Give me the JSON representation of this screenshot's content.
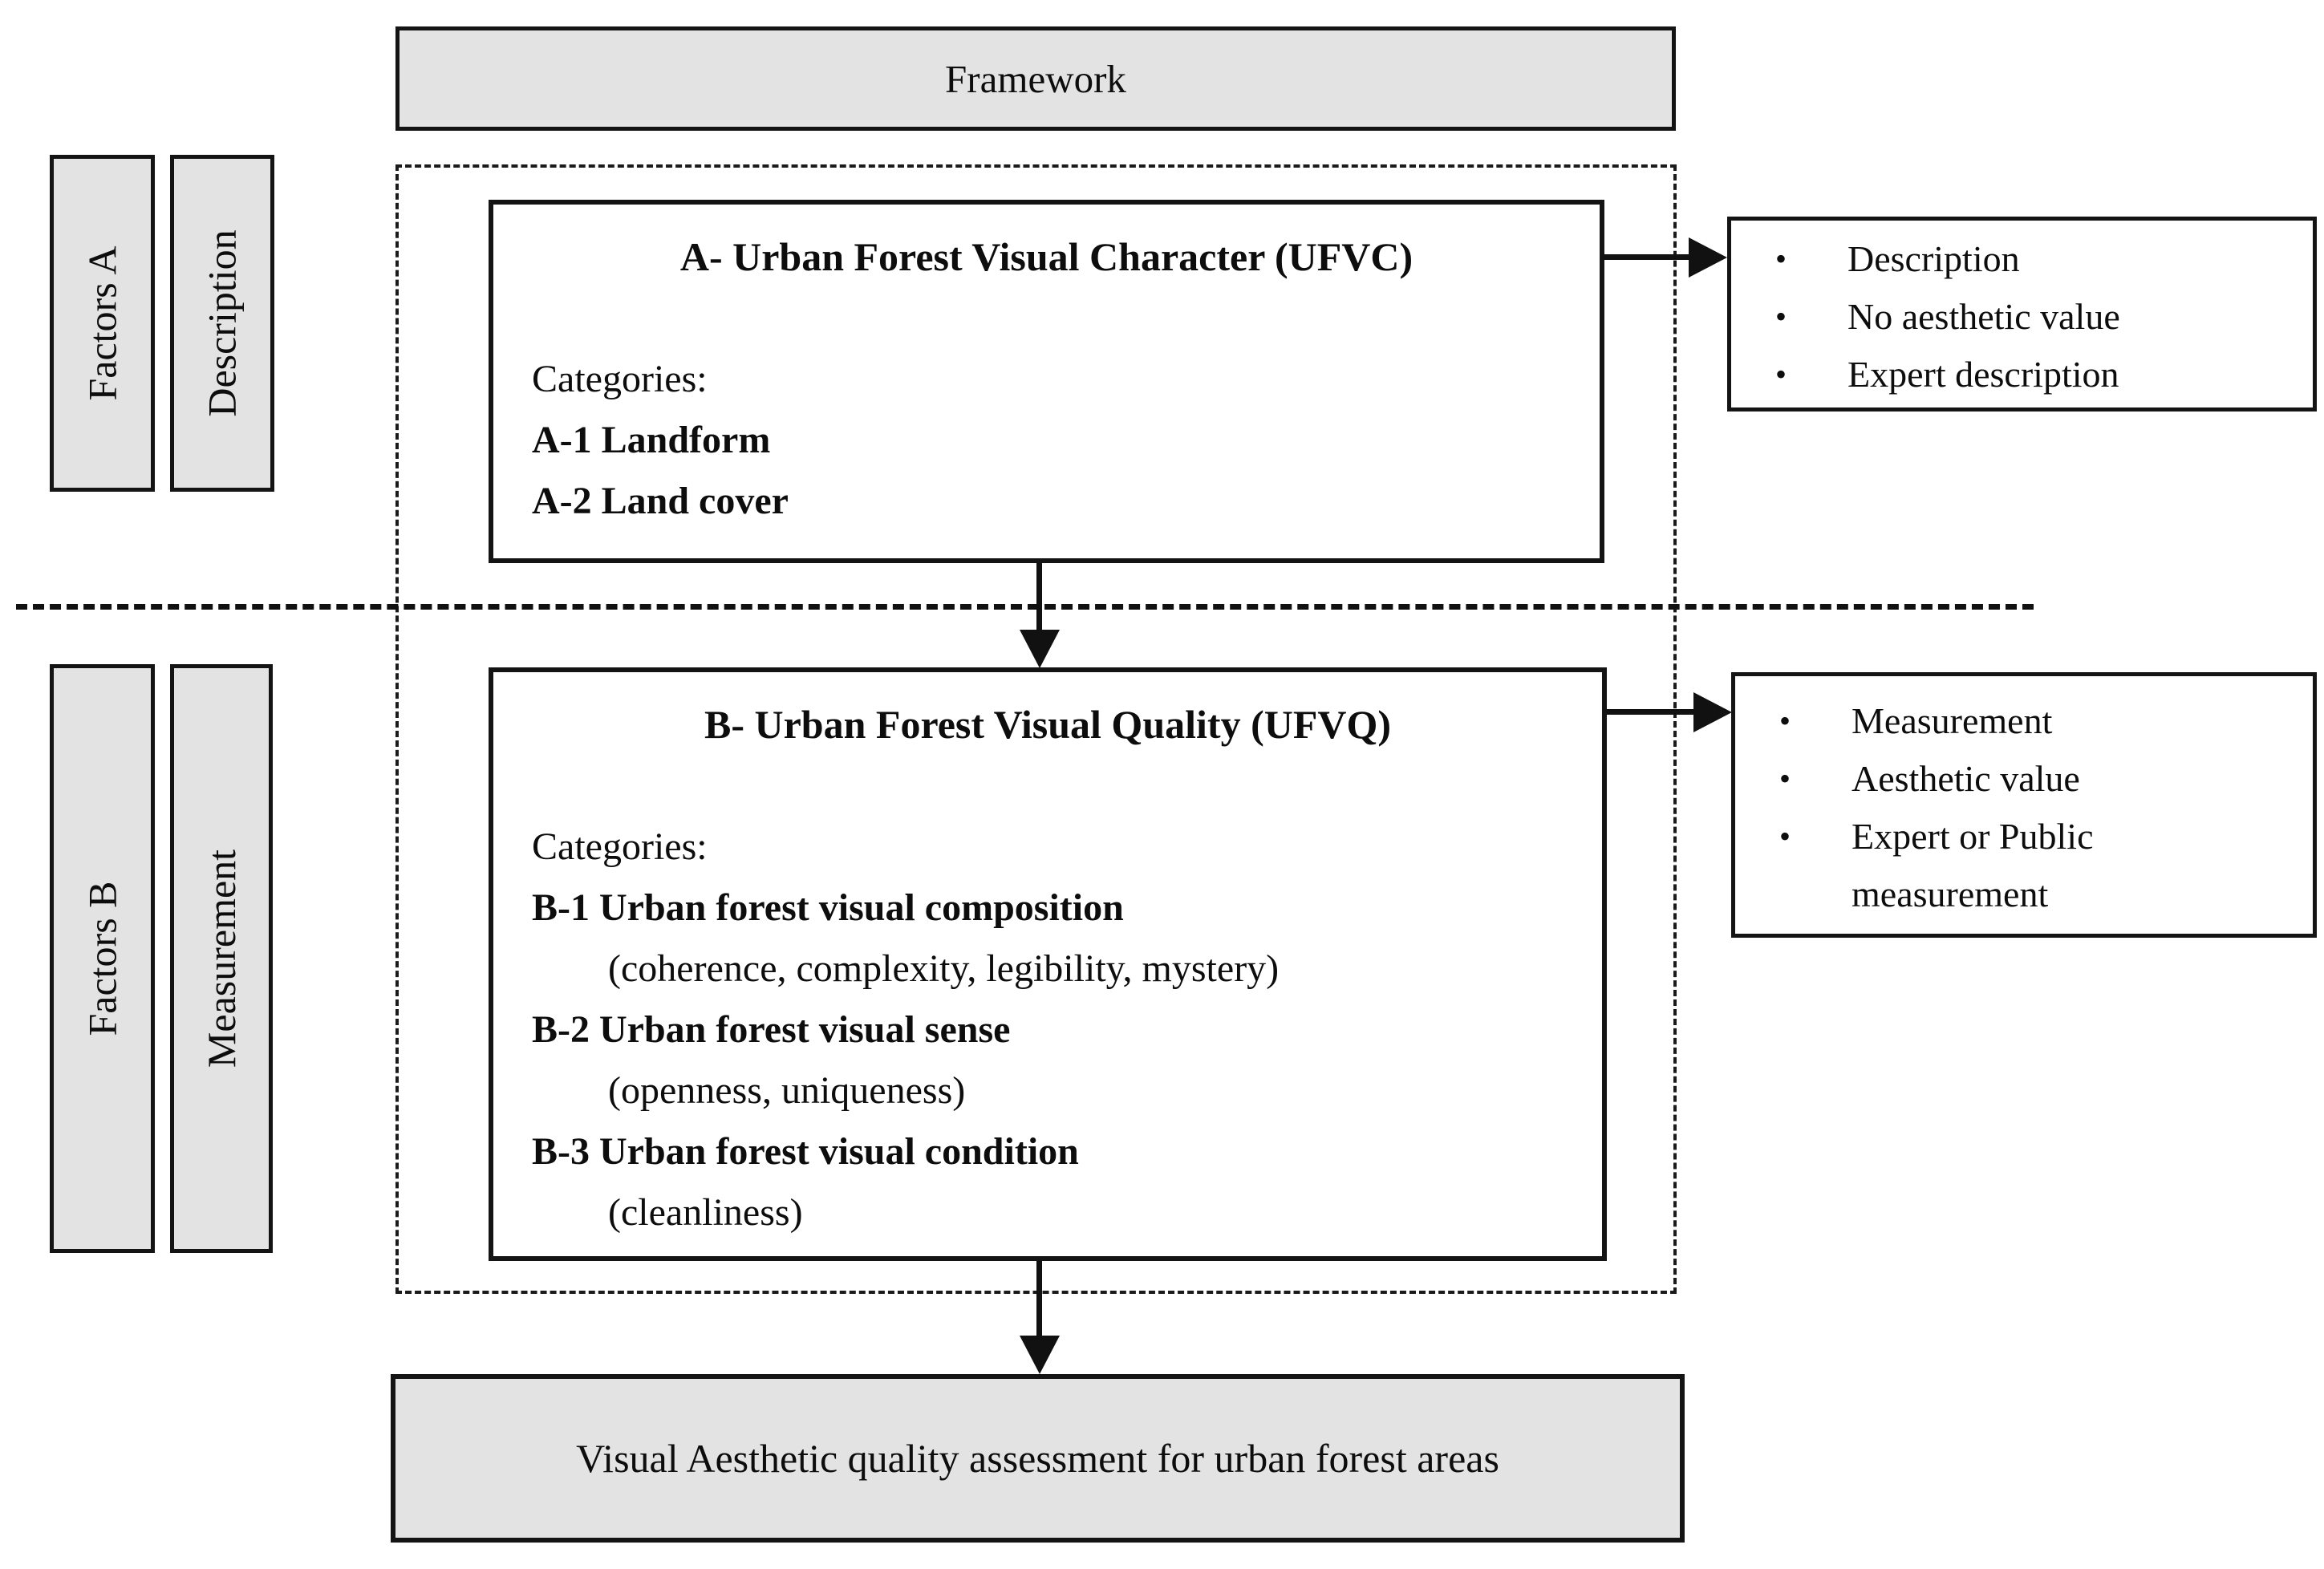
{
  "diagram": {
    "framework": {
      "label": "Framework"
    },
    "side_labels": {
      "factors_a": "Factors A",
      "description": "Description",
      "factors_b": "Factors B",
      "measurement": "Measurement"
    },
    "box_a": {
      "title": "A- Urban Forest Visual Character (UFVC)",
      "categories_label": "Categories:",
      "items": [
        {
          "label": "A-1 Landform"
        },
        {
          "label": "A-2 Land cover"
        }
      ]
    },
    "box_a_notes": {
      "items": [
        "Description",
        "No aesthetic value",
        "Expert description"
      ]
    },
    "box_b": {
      "title": "B- Urban Forest Visual Quality (UFVQ)",
      "categories_label": "Categories:",
      "items": [
        {
          "label": "B-1 Urban forest visual composition",
          "detail": "(coherence, complexity, legibility, mystery)"
        },
        {
          "label": "B-2 Urban forest visual sense",
          "detail": "(openness, uniqueness)"
        },
        {
          "label": "B-3 Urban forest visual condition",
          "detail": "(cleanliness)"
        }
      ]
    },
    "box_b_notes": {
      "items": [
        "Measurement",
        "Aesthetic value",
        "Expert or Public measurement"
      ]
    },
    "outcome": {
      "label": "Visual Aesthetic quality assessment for urban forest areas"
    },
    "icons": {
      "bullet": "•"
    },
    "colors": {
      "fill_gray": "#e3e3e3",
      "line_black": "#141414",
      "background": "#ffffff"
    }
  }
}
